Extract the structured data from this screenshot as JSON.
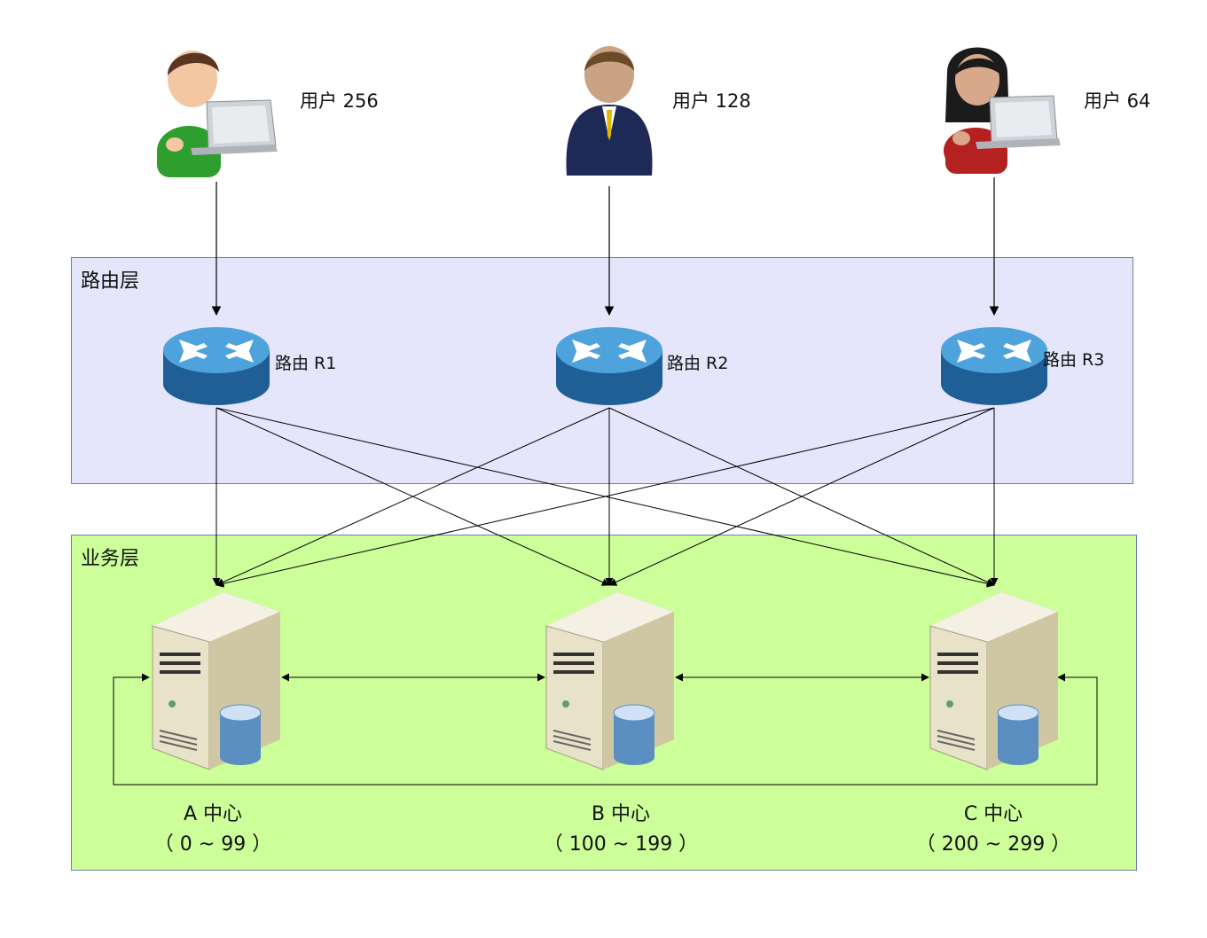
{
  "layers": {
    "routing": {
      "title": "路由层"
    },
    "business": {
      "title": "业务层"
    }
  },
  "users": [
    {
      "label": "用户 256",
      "shirt": "#2e9e2e"
    },
    {
      "label": "用户 128",
      "shirt": "#1c2a55"
    },
    {
      "label": "用户 64",
      "shirt": "#b52020"
    }
  ],
  "routers": [
    {
      "label": "路由 R1"
    },
    {
      "label": "路由 R2"
    },
    {
      "label": "路由 R3"
    }
  ],
  "centers": [
    {
      "name": "A 中心",
      "range": "（  0 ~ 99  ）"
    },
    {
      "name": "B 中心",
      "range": "（  100 ~ 199  ）"
    },
    {
      "name": "C 中心",
      "range": "（  200 ~ 299  ）"
    }
  ],
  "colors": {
    "routing_layer_bg": "#e5e5fb",
    "business_layer_bg": "#ccff99",
    "router_blue": "#2f7fc0",
    "server_beige": "#e8e2c8"
  }
}
